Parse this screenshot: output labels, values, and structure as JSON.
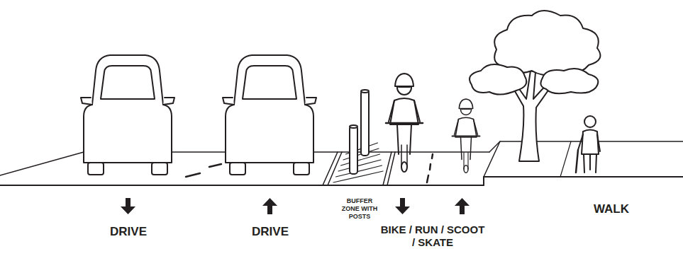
{
  "diagram": {
    "labels": [
      "DRIVE",
      "DRIVE",
      "BUFFER ZONE WITH POSTS",
      "BIKE / RUN / SCOOT / SKATE",
      "WALK"
    ]
  }
}
